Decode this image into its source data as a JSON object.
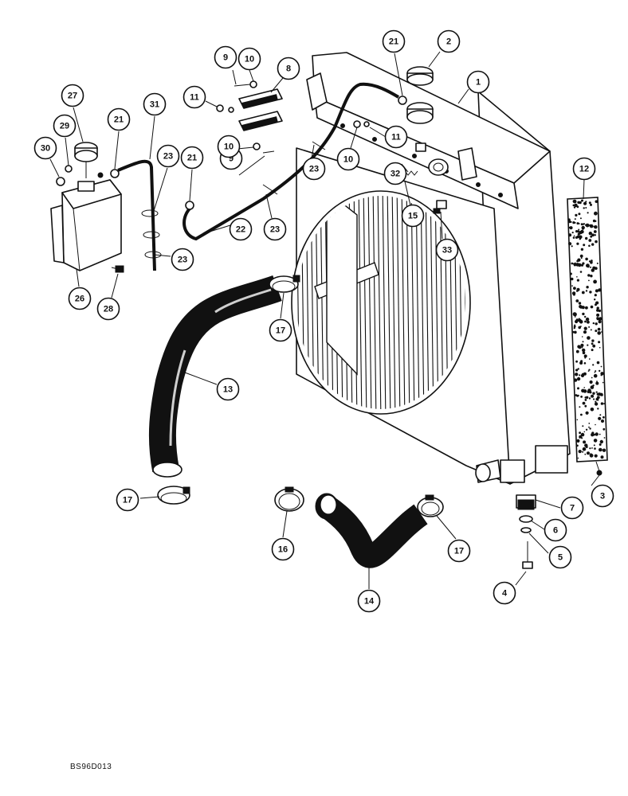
{
  "drawing_code": "BS96D013",
  "callouts": [
    {
      "label": "1"
    },
    {
      "label": "2"
    },
    {
      "label": "3"
    },
    {
      "label": "4"
    },
    {
      "label": "5"
    },
    {
      "label": "6"
    },
    {
      "label": "7"
    },
    {
      "label": "8"
    },
    {
      "label": "9"
    },
    {
      "label": "10"
    },
    {
      "label": "11"
    },
    {
      "label": "12"
    },
    {
      "label": "13"
    },
    {
      "label": "14"
    },
    {
      "label": "15"
    },
    {
      "label": "16"
    },
    {
      "label": "17"
    },
    {
      "label": "21"
    },
    {
      "label": "22"
    },
    {
      "label": "23"
    },
    {
      "label": "26"
    },
    {
      "label": "27"
    },
    {
      "label": "28"
    },
    {
      "label": "29"
    },
    {
      "label": "30"
    },
    {
      "label": "31"
    },
    {
      "label": "32"
    },
    {
      "label": "33"
    }
  ]
}
